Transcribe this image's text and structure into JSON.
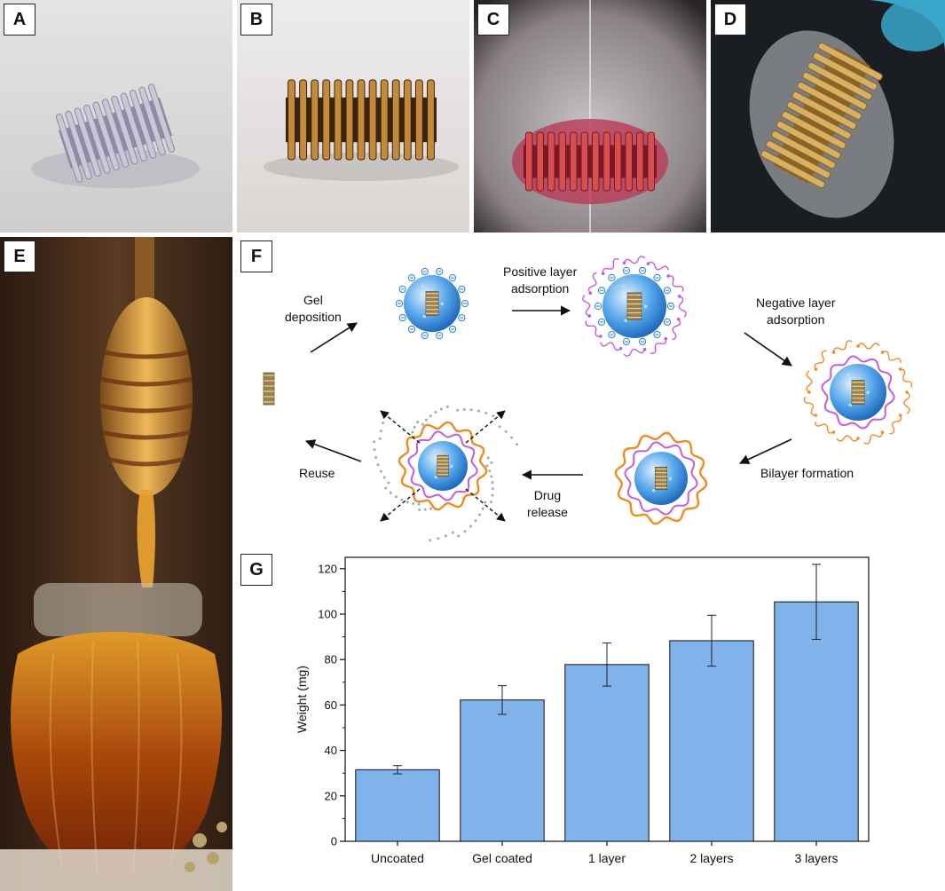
{
  "panels": {
    "A": {
      "label": "A"
    },
    "B": {
      "label": "B"
    },
    "C": {
      "label": "C"
    },
    "D": {
      "label": "D"
    },
    "E": {
      "label": "E"
    },
    "F": {
      "label": "F"
    },
    "G": {
      "label": "G"
    }
  },
  "schematic": {
    "gel_deposition": "Gel\ndeposition",
    "positive_layer": "Positive layer\nadsorption",
    "negative_layer": "Negative layer\nadsorption",
    "bilayer_formation": "Bilayer formation",
    "drug_release": "Drug\nrelease",
    "reuse": "Reuse"
  },
  "colors": {
    "bar_fill": "#7fb3ea",
    "gel_blue": "#2a7fd6",
    "positive_purple": "#c45be0",
    "negative_orange": "#f08a22",
    "screw_gold": "#b08a3a",
    "honey": "#b5620f"
  },
  "chart_data": {
    "type": "bar",
    "categories": [
      "Uncoated",
      "Gel coated",
      "1 layer",
      "2 layers",
      "3 layers"
    ],
    "values": [
      31.5,
      62.2,
      77.8,
      88.3,
      105.4
    ],
    "errors": [
      1.8,
      6.3,
      9.5,
      11.2,
      16.5
    ],
    "ylabel": "Weight (mg)",
    "xlabel": "",
    "ylim": [
      0,
      125
    ],
    "yticks": [
      0,
      20,
      40,
      60,
      80,
      100,
      120
    ],
    "grid": false
  }
}
